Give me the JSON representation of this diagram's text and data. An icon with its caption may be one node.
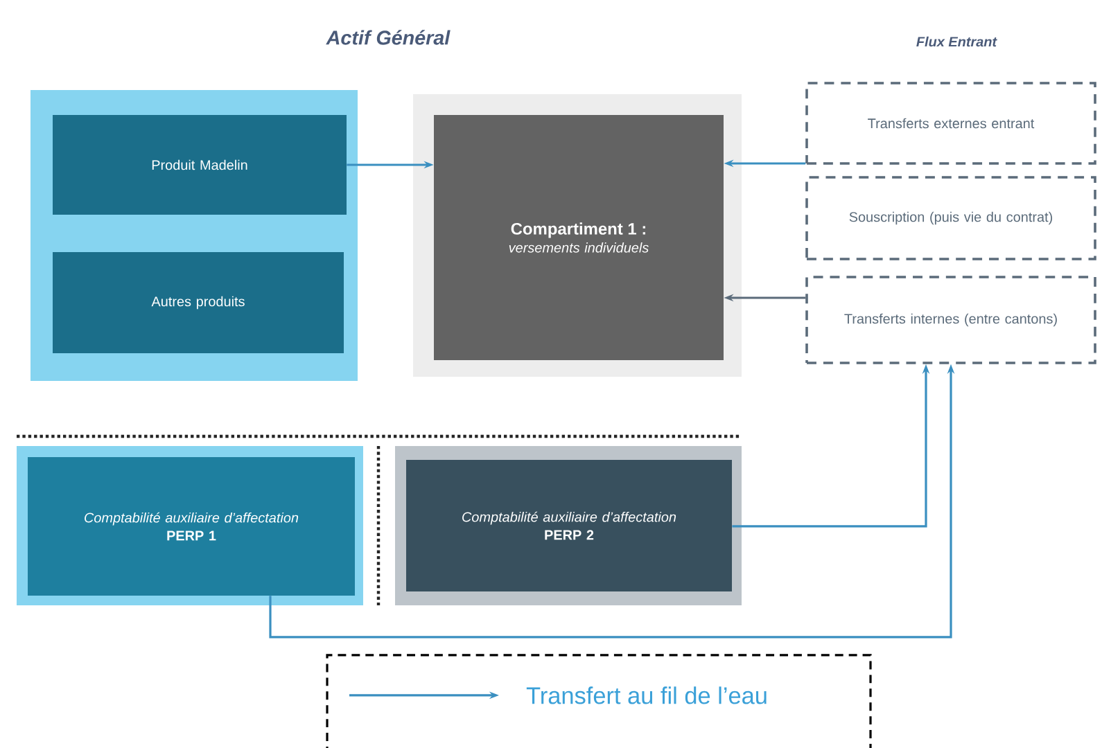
{
  "diagram": {
    "title": "Actif Général",
    "nodes": [
      {
        "text": [],
        "shape": "box"
      },
      {
        "text": [
          "Produit Madelin"
        ],
        "in": 0
      },
      {
        "text": [
          "Autres produits"
        ],
        "in": 0
      },
      {
        "text": [
          "Compartiment 1 :",
          "versements individuels"
        ]
      },
      {
        "text": [
          "Transferts externes entrant"
        ]
      },
      {
        "text": [
          "Souscription (puis vie du contrat)"
        ]
      },
      {
        "text": [
          "Transferts internes (entre cantons)"
        ]
      },
      {
        "text": [
          "Comptabilité auxiliaire d’affectation",
          "PERP 1"
        ]
      },
      {
        "text": [
          "Comptabilité auxiliaire d’affectation",
          "PERP 2"
        ]
      }
    ],
    "edges": [
      {
        "from": 1,
        "to": 3,
        "arrow": "to"
      },
      {
        "from": 4,
        "to": 3,
        "arrow": "to"
      },
      {
        "from": 6,
        "to": 3,
        "arrow": "to",
        "color": "#5b6b7a"
      },
      {
        "from": 7,
        "to": 6,
        "arrow": "to"
      },
      {
        "from": 8,
        "to": 6,
        "arrow": "to"
      }
    ],
    "labels": [
      "Flux Entrant"
    ],
    "legend": [
      {
        "text": "Transfert au fil de l’eau"
      }
    ]
  }
}
